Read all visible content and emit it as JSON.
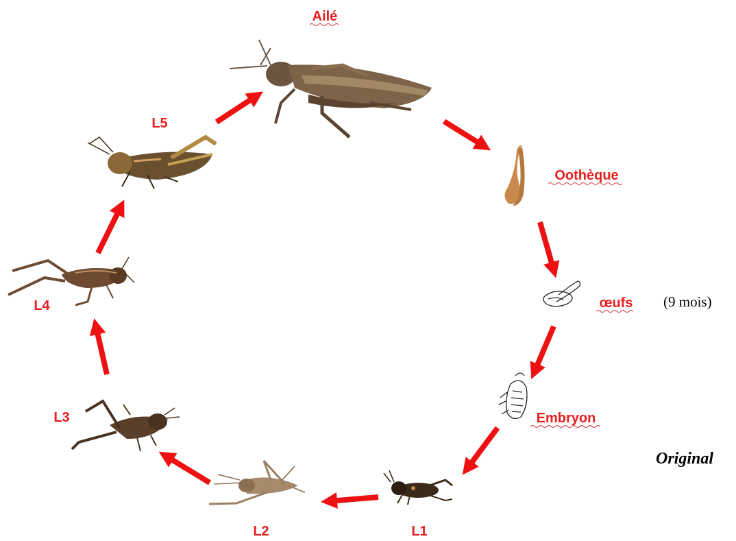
{
  "stages": {
    "aile": "Ailé",
    "oostheque": "Oothèque",
    "oeufs": "œufs",
    "embryon": "Embryon",
    "l1": "L1",
    "l2": "L2",
    "l3": "L3",
    "l4": "L4",
    "l5": "L5"
  },
  "notes": {
    "duration": "(9 mois)",
    "source": "Original"
  },
  "colors": {
    "arrow": "#ee1111",
    "label": "#e81e1e",
    "insect_body": "#7a5a3a",
    "insect_dark": "#3a2a1a",
    "oostheque": "#c98a4b"
  }
}
